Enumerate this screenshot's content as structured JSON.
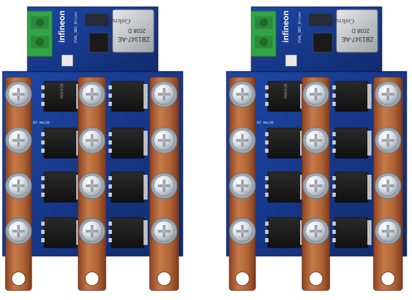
{
  "image": {
    "description_visible_only": true,
    "boards": [
      {
        "id": "left",
        "brand": "infineon",
        "board_code": "EVAL_BDC_Driver",
        "coil_part": "ZB1347-AE",
        "coil_brand": "Coilcraft",
        "coil_code": "2038 D",
        "silk_label": "EV 44/20",
        "mosfet_marking": "HAE01B"
      },
      {
        "id": "right",
        "brand": "infineon",
        "board_code": "EVAL_BDC_Driver",
        "coil_part": "ZB1347-AE",
        "coil_brand": "Coilcraft",
        "coil_code": "2038 D",
        "silk_label": "EV 44/20",
        "mosfet_marking": "HAE01B"
      }
    ],
    "colors": {
      "pcb_dark": "#122a63",
      "pcb_blue": "#1b3f9a",
      "pcb_edge": "#2f5fd0",
      "terminal_green": "#34a347",
      "copper": "#b86a3c",
      "copper_dark": "#8a4421",
      "screw_silver": "#d9dde2",
      "mosfet_black": "#1c1c1c",
      "inductor_silver": "#b8bcc0"
    }
  }
}
